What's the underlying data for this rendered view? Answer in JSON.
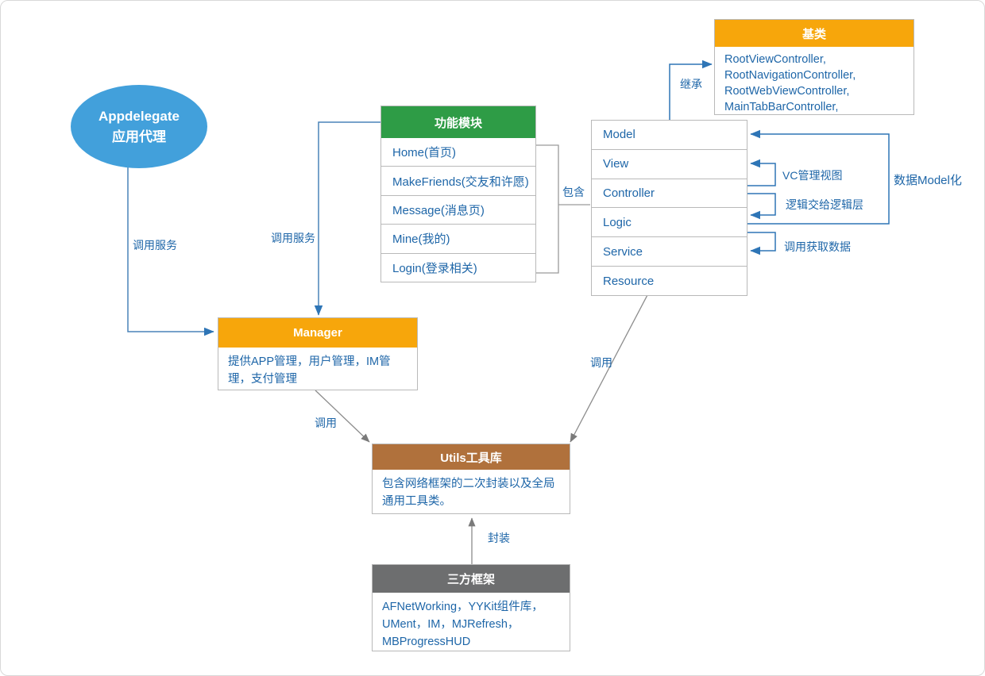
{
  "colors": {
    "orange_header": "#F7A60B",
    "green_header": "#2E9C46",
    "blue_ellipse": "#42A0DB",
    "brown_header": "#B0713C",
    "gray_header": "#6D6E6F",
    "blue_text": "#1E66A8",
    "blue_line": "#2E75B6",
    "gray_line": "#8C8C8C"
  },
  "nodes": {
    "appdelegate": {
      "line1": "Appdelegate",
      "line2": "应用代理"
    },
    "feature_module": {
      "title": "功能模块",
      "rows": [
        "Home(首页)",
        "MakeFriends(交友和许愿)",
        "Message(消息页)",
        "Mine(我的)",
        "Login(登录相关)"
      ]
    },
    "mvc_list": {
      "rows": [
        "Model",
        "View",
        "Controller",
        "Logic",
        "Service",
        "Resource"
      ]
    },
    "base_class": {
      "title": "基类",
      "lines": [
        "RootViewController,",
        "RootNavigationController,",
        "RootWebViewController,",
        "MainTabBarController,"
      ]
    },
    "manager": {
      "title": "Manager",
      "body": "提供APP管理，用户管理，IM管理，支付管理"
    },
    "utils": {
      "title": "Utils工具库",
      "body": "包含网络框架的二次封装以及全局通用工具类。"
    },
    "third_party": {
      "title": "三方框架",
      "body": "AFNetWorking，YYKit组件库，UMent，IM，MJRefresh，MBProgressHUD"
    }
  },
  "edge_labels": {
    "call_service_left": "调用服务",
    "call_service_right": "调用服务",
    "inherit": "继承",
    "contain": "包含",
    "call_manager": "调用",
    "call_service_diag": "调用",
    "wrap": "封装",
    "vc_manage_view": "VC管理视图",
    "logic_to_logic_layer": "逻辑交给逻辑层",
    "call_fetch_data": "调用获取数据",
    "data_to_model": "数据Model化"
  }
}
